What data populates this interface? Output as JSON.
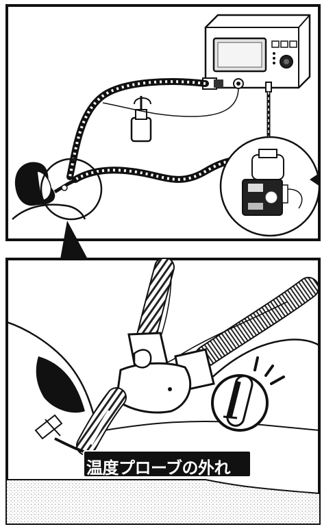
{
  "caption": {
    "text": "温度プローブの外れ"
  },
  "colors": {
    "ink": "#111111",
    "paper": "#ffffff",
    "screen": "#e4e4e4",
    "stipple": "#cfcfcf"
  },
  "panels": {
    "top": {
      "subject": "ventilator-circuit-overview"
    },
    "bottom": {
      "subject": "temperature-probe-disconnected-closeup"
    }
  }
}
